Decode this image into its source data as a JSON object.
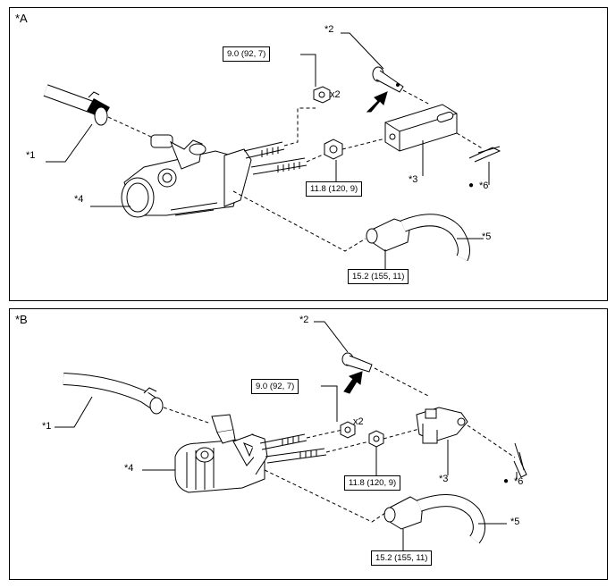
{
  "panels": [
    {
      "label": "*A",
      "callouts": {
        "c1": "*1",
        "c2": "*2",
        "c3": "*3",
        "c4": "*4",
        "c5": "*5",
        "c6": "*6"
      },
      "torques": {
        "nut_small": "9.0 (92, 7)",
        "nut_large": "11.8 (120, 9)",
        "union": "15.2 (155, 11)"
      },
      "quantity": "x2",
      "note_bullet": "●"
    },
    {
      "label": "*B",
      "callouts": {
        "c1": "*1",
        "c2": "*2",
        "c3": "*3",
        "c4": "*4",
        "c5": "*5",
        "c6": "*6"
      },
      "torques": {
        "nut_small": "9.0 (92, 7)",
        "nut_large": "11.8 (120, 9)",
        "union": "15.2 (155, 11)"
      },
      "quantity": "x2",
      "note_bullet": "●"
    }
  ]
}
